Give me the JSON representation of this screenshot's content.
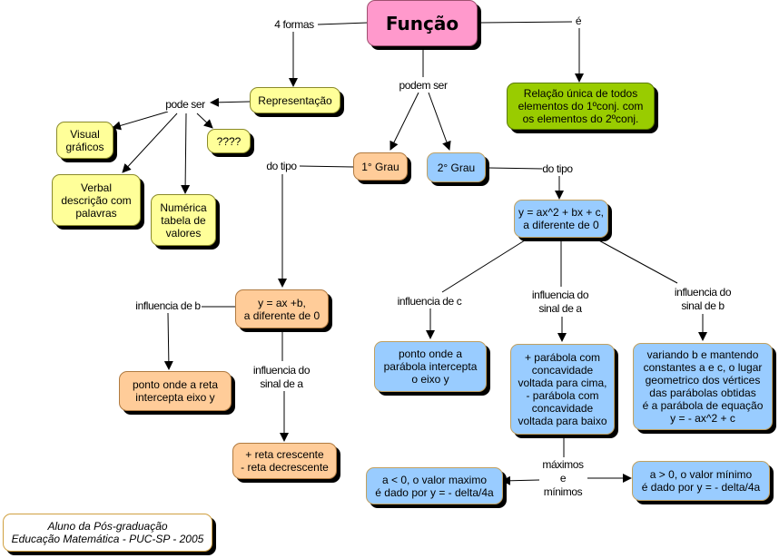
{
  "diagram": {
    "type": "concept-map",
    "nodes": {
      "funcao": "Função",
      "relacao": "Relação única de todos\nelementos do 1ºconj. com\nos elementos do 2ºconj.",
      "representacao": "Representação",
      "visual": "Visual\ngráficos",
      "verbal": "Verbal\ndescrição com\npalavras",
      "numerica": "Numérica\ntabela de\nvalores",
      "interrogacao": "????",
      "grau1": "1° Grau",
      "grau2": "2° Grau",
      "eq1": "y = ax +b,\na diferente de 0",
      "eq2": "y = ax^2 + bx + c,\na diferente de 0",
      "reta_b": "ponto onde a reta\nintercepta eixo y",
      "reta_a": "+ reta crescente\n- reta decrescente",
      "par_c": "ponto onde a\nparábola intercepta\no eixo y",
      "par_a": "+ parábola com\nconcavidade\nvoltada para cima,\n- parábola com\nconcavidade\nvoltada para baixo",
      "par_b": "variando b e mantendo\nconstantes a e c, o lugar\ngeometrico dos vértices\ndas parábolas obtidas\né a parábola de equação\ny = - ax^2 + c",
      "maximo": "a < 0, o valor maximo\né dado por y = - delta/4a",
      "minimo": "a > 0, o  valor  mínimo\né dado por y = - delta/4a",
      "credito": "Aluno da Pós-graduação\nEducação Matemática - PUC-SP - 2005"
    },
    "links": {
      "quatro_formas": "4 formas",
      "e": "é",
      "podem_ser": "podem ser",
      "pode_ser": "pode ser",
      "do_tipo_1": "do tipo",
      "do_tipo_2": "do tipo",
      "infl_b_1": "influencia de b",
      "infl_a_1": "influencia do\nsinal de a",
      "infl_c_2": "influencia de c",
      "infl_a_2": "influencia do\nsinal de a",
      "infl_b_2": "influencia do\nsinal de b",
      "max_min": "máximos\ne\nmínimos"
    },
    "colors": {
      "root": "#ff99cc",
      "definition": "#99cc00",
      "representation": "#ffff99",
      "first_degree": "#ffcc99",
      "second_degree": "#99ccff",
      "credit": "#ffffff"
    }
  }
}
